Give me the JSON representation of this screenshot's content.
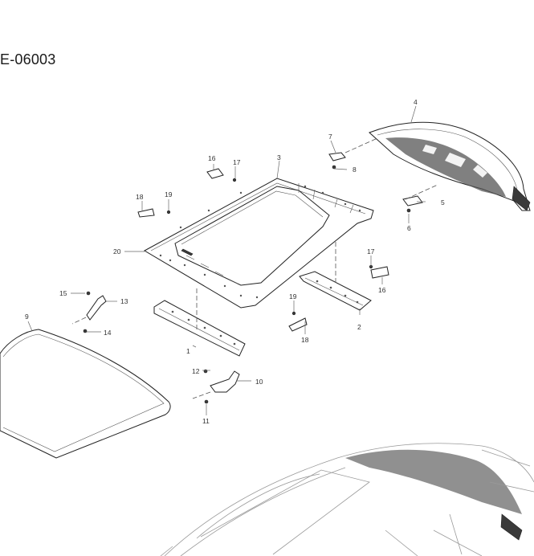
{
  "diagram_code": "E-06003",
  "callouts": [
    "1",
    "2",
    "3",
    "4",
    "5",
    "6",
    "7",
    "8",
    "9",
    "10",
    "11",
    "12",
    "13",
    "14",
    "15",
    "16",
    "16",
    "17",
    "17",
    "18",
    "18",
    "19",
    "19",
    "20"
  ]
}
